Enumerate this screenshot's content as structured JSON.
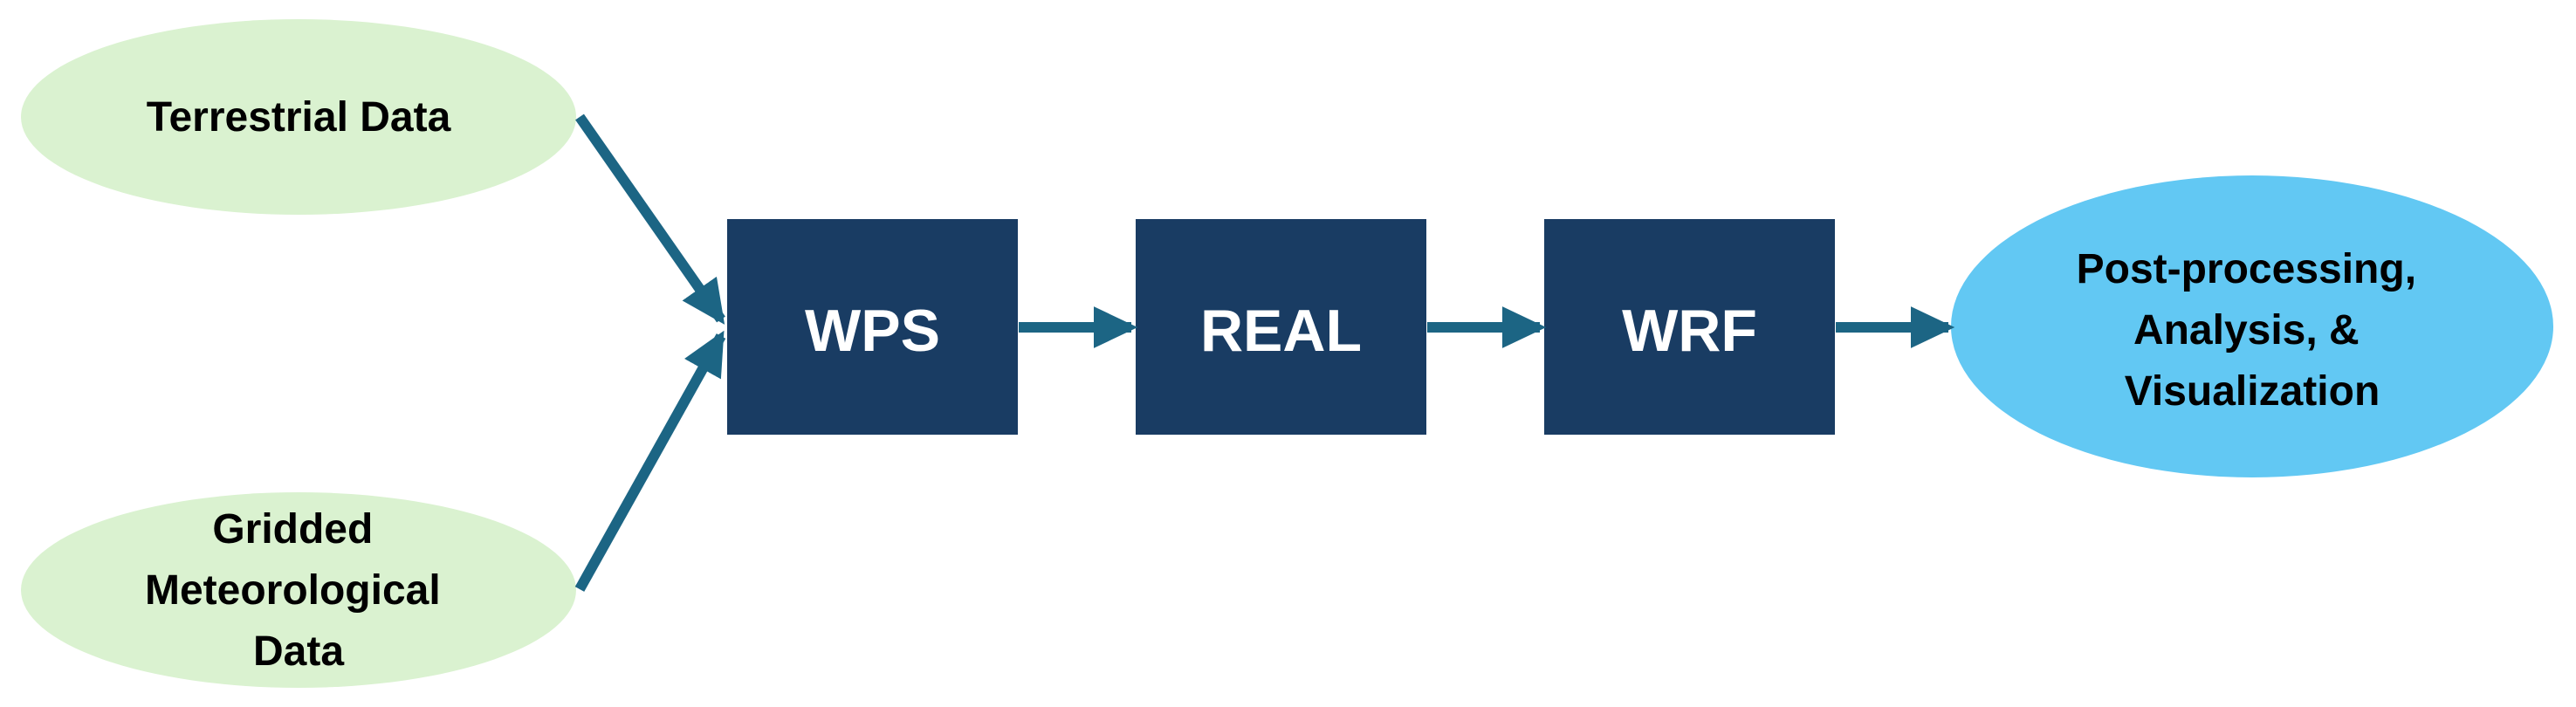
{
  "colors": {
    "input_fill": "#daf2d0",
    "process_fill": "#193c63",
    "output_fill": "#62c8f3",
    "arrow": "#1c6584",
    "input_text": "#000000",
    "process_text": "#ffffff",
    "output_text": "#000000"
  },
  "inputs": {
    "terrestrial": {
      "lines": [
        "Terrestrial Data"
      ]
    },
    "gridded": {
      "lines": [
        "Gridded",
        "Meteorological",
        "Data"
      ]
    }
  },
  "steps": [
    {
      "id": "wps",
      "label": "WPS"
    },
    {
      "id": "real",
      "label": "REAL"
    },
    {
      "id": "wrf",
      "label": "WRF"
    }
  ],
  "output": {
    "lines": [
      "Post-processing,",
      "Analysis, &",
      "Visualization"
    ]
  }
}
